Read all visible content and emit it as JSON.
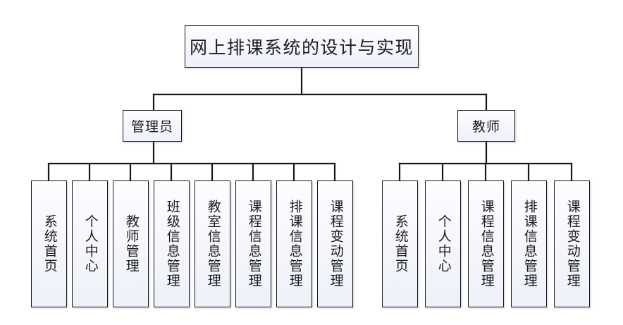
{
  "diagram": {
    "title_node": {
      "label": "网上排课系统的设计与实现"
    },
    "branches": [
      {
        "id": "admin",
        "label": "管理员",
        "leaves": [
          {
            "label": "系统首页"
          },
          {
            "label": "个人中心"
          },
          {
            "label": "教师管理"
          },
          {
            "label": "班级信息管理"
          },
          {
            "label": "教室信息管理"
          },
          {
            "label": "课程信息管理"
          },
          {
            "label": "排课信息管理"
          },
          {
            "label": "课程变动管理"
          }
        ]
      },
      {
        "id": "teacher",
        "label": "教师",
        "leaves": [
          {
            "label": "系统首页"
          },
          {
            "label": "个人中心"
          },
          {
            "label": "课程信息管理"
          },
          {
            "label": "排课信息管理"
          },
          {
            "label": "课程变动管理"
          }
        ]
      }
    ],
    "colors": {
      "line": "#16171c",
      "node_border": "#16171c",
      "node_fill": "#f4f6fb",
      "background": "#ffffff",
      "text": "#1b1c20"
    }
  }
}
